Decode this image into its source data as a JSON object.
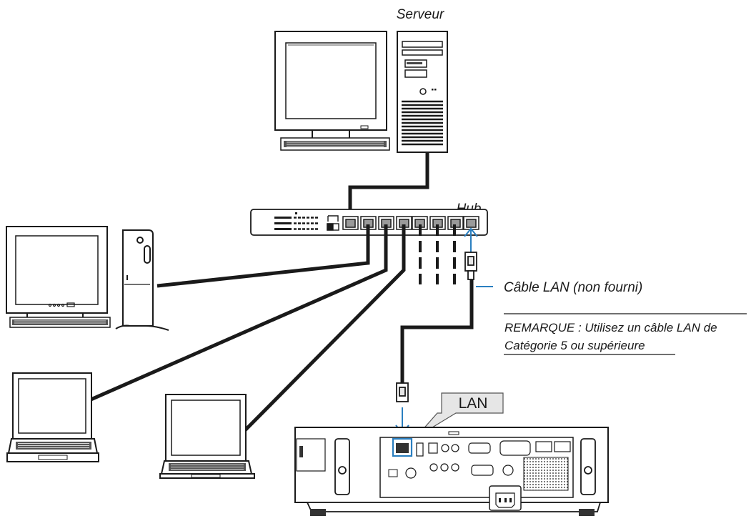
{
  "labels": {
    "server": "Serveur",
    "hub": "Hub",
    "cable": "Câble LAN (non fourni)",
    "lan": "LAN"
  },
  "note": {
    "line1": "REMARQUE : Utilisez un câble LAN de",
    "line2": "Catégorie 5 ou supérieure"
  },
  "colors": {
    "line": "#1a1a1a",
    "accent": "#2a7fc0",
    "callout_fill": "#e6e6e6",
    "device_fill": "#ffffff",
    "port_fill": "#9a9a9a"
  },
  "icons": {
    "server_tower": "server-tower-icon",
    "monitor": "monitor-icon",
    "keyboard": "keyboard-icon",
    "hub": "network-hub-icon",
    "desktop_pc": "desktop-pc-icon",
    "laptop": "laptop-icon",
    "rj45": "rj45-connector-icon",
    "projector": "projector-rear-panel-icon"
  }
}
